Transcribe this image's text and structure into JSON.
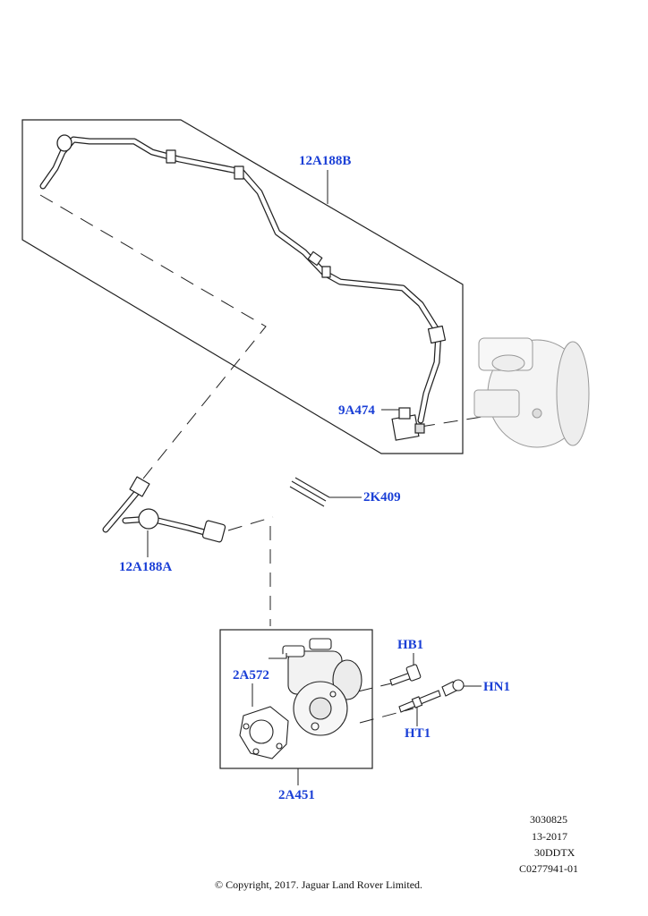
{
  "callout_color": "#1a3fd6",
  "callouts": {
    "part_12A188B": "12A188B",
    "part_9A474": "9A474",
    "part_2K409": "2K409",
    "part_12A188A": "12A188A",
    "part_HB1": "HB1",
    "part_HN1": "HN1",
    "part_2A572": "2A572",
    "part_HT1": "HT1",
    "part_2A451": "2A451"
  },
  "reference": {
    "line1": "3030825",
    "line2": "13-2017",
    "line3": "30DDTX",
    "line4": "C0277941-01"
  },
  "copyright": "© Copyright, 2017. Jaguar Land Rover Limited."
}
